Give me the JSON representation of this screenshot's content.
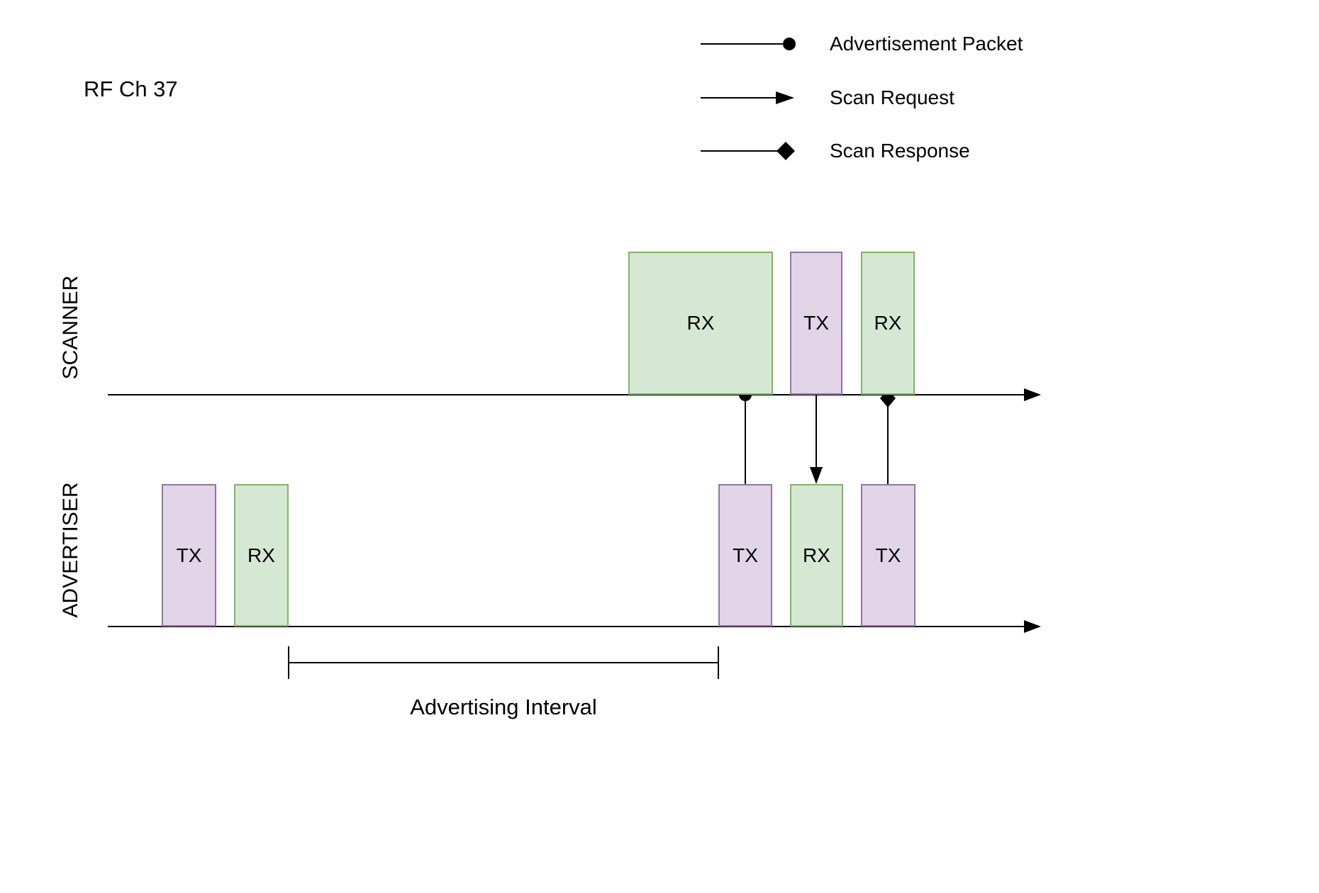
{
  "title": "RF Ch 37",
  "legend": {
    "items": [
      {
        "label": "Advertisement Packet",
        "marker": "filled-circle"
      },
      {
        "label": "Scan Request",
        "marker": "arrowhead"
      },
      {
        "label": "Scan Response",
        "marker": "filled-diamond"
      }
    ]
  },
  "lanes": {
    "scanner": {
      "label": "SCANNER"
    },
    "advertiser": {
      "label": "ADVERTISER"
    }
  },
  "scanner_boxes": [
    {
      "label": "RX",
      "type": "green"
    },
    {
      "label": "TX",
      "type": "purple"
    },
    {
      "label": "RX",
      "type": "green"
    }
  ],
  "advertiser_boxes": [
    {
      "label": "TX",
      "type": "purple"
    },
    {
      "label": "RX",
      "type": "green"
    },
    {
      "label": "TX",
      "type": "purple"
    },
    {
      "label": "RX",
      "type": "green"
    },
    {
      "label": "TX",
      "type": "purple"
    }
  ],
  "interval_label": "Advertising Interval",
  "colors": {
    "rx_fill": "#d5e8d4",
    "rx_border": "#82b366",
    "tx_fill": "#e1d5e7",
    "tx_border": "#9673a6",
    "line": "#000000"
  }
}
